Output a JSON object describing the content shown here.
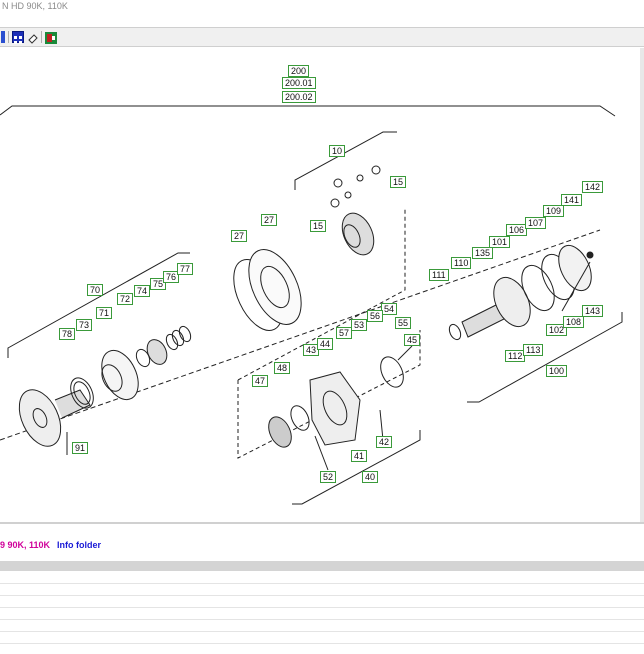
{
  "window": {
    "title": "N  HD 90K, 110K"
  },
  "toolbar": {
    "icons": [
      "blue-square-icon",
      "grid-icon",
      "eraser-icon",
      "export-icon"
    ]
  },
  "diagram": {
    "labels": [
      {
        "text": "200"
      },
      {
        "text": "200.01"
      },
      {
        "text": "200.02"
      },
      {
        "text": "10"
      },
      {
        "text": "15"
      },
      {
        "text": "15"
      },
      {
        "text": "27"
      },
      {
        "text": "27"
      },
      {
        "text": "70"
      },
      {
        "text": "71"
      },
      {
        "text": "72"
      },
      {
        "text": "73"
      },
      {
        "text": "74"
      },
      {
        "text": "75"
      },
      {
        "text": "76"
      },
      {
        "text": "77"
      },
      {
        "text": "78"
      },
      {
        "text": "91"
      },
      {
        "text": "40"
      },
      {
        "text": "41"
      },
      {
        "text": "42"
      },
      {
        "text": "43"
      },
      {
        "text": "44"
      },
      {
        "text": "45"
      },
      {
        "text": "47"
      },
      {
        "text": "48"
      },
      {
        "text": "52"
      },
      {
        "text": "53"
      },
      {
        "text": "54"
      },
      {
        "text": "55"
      },
      {
        "text": "56"
      },
      {
        "text": "57"
      },
      {
        "text": "100"
      },
      {
        "text": "101"
      },
      {
        "text": "102"
      },
      {
        "text": "106"
      },
      {
        "text": "107"
      },
      {
        "text": "108"
      },
      {
        "text": "109"
      },
      {
        "text": "110"
      },
      {
        "text": "111"
      },
      {
        "text": "112"
      },
      {
        "text": "113"
      },
      {
        "text": "135"
      },
      {
        "text": "141"
      },
      {
        "text": "142"
      },
      {
        "text": "143"
      }
    ]
  },
  "info_bar": {
    "model_text": "9 90K, 110K",
    "link_text": "Info folder",
    "model_color": "#d0009a",
    "link_color": "#1a1ad6"
  }
}
